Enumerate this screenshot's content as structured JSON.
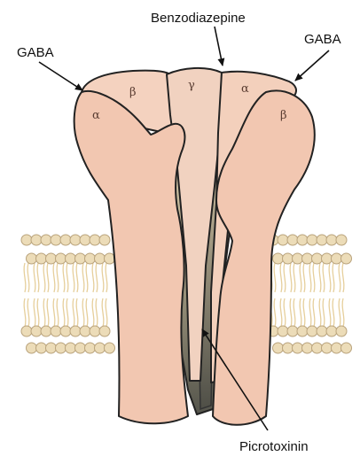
{
  "labels": {
    "gaba_left": "GABA",
    "gaba_right": "GABA",
    "benzodiazepine": "Benzodiazepine",
    "picrotoxinin": "Picrotoxinin"
  },
  "subunits": {
    "alpha_front_left": "α",
    "beta_back_left": "β",
    "gamma_back": "γ",
    "alpha_back_right": "α",
    "beta_front_right": "β"
  },
  "colors": {
    "protein": "#f2c9b4",
    "protein_top": "#f5d5c3",
    "channel_light": "#d9c7a6",
    "channel_dark": "#5d5d52",
    "lipid_head": "#ecdcb8",
    "lipid_head_stroke": "#b9a37c",
    "lipid_tail": "#e6cf9c"
  }
}
